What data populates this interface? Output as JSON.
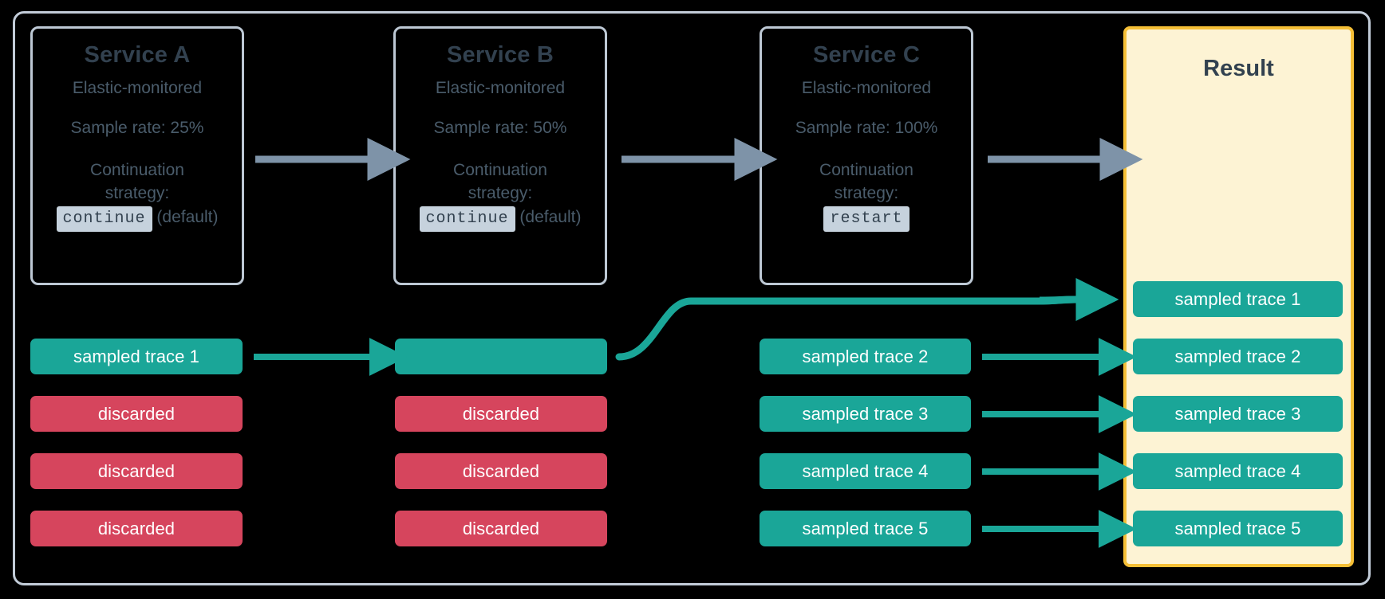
{
  "diagram": {
    "title": "Distributed tracing sample rate and continuation strategy",
    "colors": {
      "sampled": "#1aa698",
      "discarded": "#d6455d",
      "gray_arrow": "#7e93a8",
      "result_border": "#f5bf36",
      "result_fill": "#fdf3d4",
      "box_border": "#bdc8d4",
      "text_dark": "#32414f",
      "text_muted": "#4a5c6b",
      "background": "#000000"
    }
  },
  "services": [
    {
      "name": "Service A",
      "monitoring": "Elastic-monitored",
      "sample_rate": "Sample rate: 25%",
      "strategy_label": "Continuation strategy:",
      "strategy_line1": "Continuation",
      "strategy_line2": "strategy:",
      "strategy_value": "continue",
      "strategy_note": "(default)"
    },
    {
      "name": "Service B",
      "monitoring": "Elastic-monitored",
      "sample_rate": "Sample rate: 50%",
      "strategy_label": "Continuation strategy:",
      "strategy_line1": "Continuation",
      "strategy_line2": "strategy:",
      "strategy_value": "continue",
      "strategy_note": "(default)"
    },
    {
      "name": "Service C",
      "monitoring": "Elastic-monitored",
      "sample_rate": "Sample rate: 100%",
      "strategy_label": "Continuation strategy:",
      "strategy_line1": "Continuation",
      "strategy_line2": "strategy:",
      "strategy_value": "restart",
      "strategy_note": ""
    }
  ],
  "result": {
    "title": "Result",
    "traces": [
      "sampled trace 1",
      "sampled trace 2",
      "sampled trace 3",
      "sampled trace 4",
      "sampled trace 5"
    ]
  },
  "columns": {
    "service_a_traces": [
      {
        "label": "sampled trace 1",
        "state": "sampled"
      },
      {
        "label": "discarded",
        "state": "discarded"
      },
      {
        "label": "discarded",
        "state": "discarded"
      },
      {
        "label": "discarded",
        "state": "discarded"
      }
    ],
    "service_b_traces": [
      {
        "label": "",
        "state": "sampled"
      },
      {
        "label": "discarded",
        "state": "discarded"
      },
      {
        "label": "discarded",
        "state": "discarded"
      },
      {
        "label": "discarded",
        "state": "discarded"
      }
    ],
    "service_c_traces": [
      {
        "label": "sampled trace 2",
        "state": "sampled"
      },
      {
        "label": "sampled trace 3",
        "state": "sampled"
      },
      {
        "label": "sampled trace 4",
        "state": "sampled"
      },
      {
        "label": "sampled trace 5",
        "state": "sampled"
      }
    ]
  }
}
